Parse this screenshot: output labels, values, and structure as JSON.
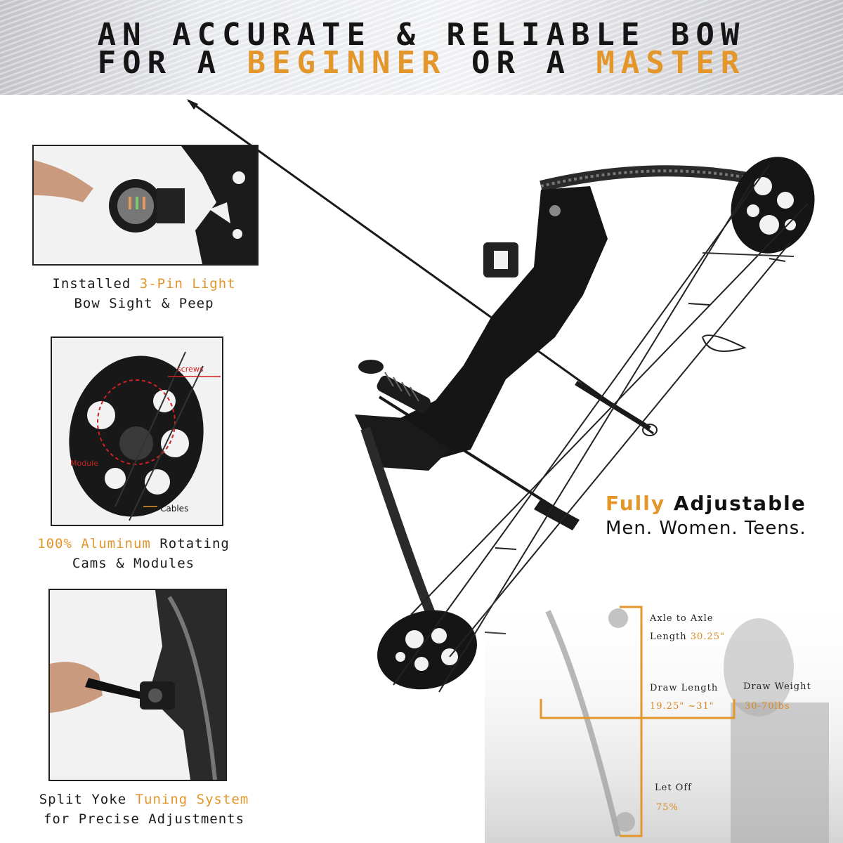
{
  "header": {
    "line1": "AN ACCURATE & RELIABLE BOW",
    "line2_a": "FOR A ",
    "line2_b": "BEGINNER",
    "line2_c": " OR A ",
    "line2_d": "MASTER"
  },
  "features": [
    {
      "pre": "Installed ",
      "highlight": "3-Pin Light",
      "post": "",
      "line2": "Bow Sight & Peep"
    },
    {
      "pre": "",
      "highlight": "100% Aluminum",
      "post": " Rotating",
      "line2": "Cams & Modules"
    },
    {
      "pre": "Split Yoke ",
      "highlight": "Tuning System",
      "post": "",
      "line2": "for Precise Adjustments"
    }
  ],
  "callouts": {
    "screws": "screws",
    "modules": "Module",
    "cables": "Cables"
  },
  "tagline": {
    "highlight": "Fully",
    "rest": " Adjustable",
    "line2": "Men. Women. Teens."
  },
  "specs": {
    "axle_label": "Axle to Axle",
    "axle_value_label": "Length ",
    "axle_value": "30.25\"",
    "draw_length_label": "Draw Length",
    "draw_length_value": "19.25\" ~31\"",
    "draw_weight_label": "Draw Weight",
    "draw_weight_value": "30-70lbs",
    "letoff_label": "Let Off",
    "letoff_value": "75%"
  },
  "colors": {
    "accent": "#e3962a",
    "text": "#151515",
    "bow": "#1a1a1a"
  }
}
